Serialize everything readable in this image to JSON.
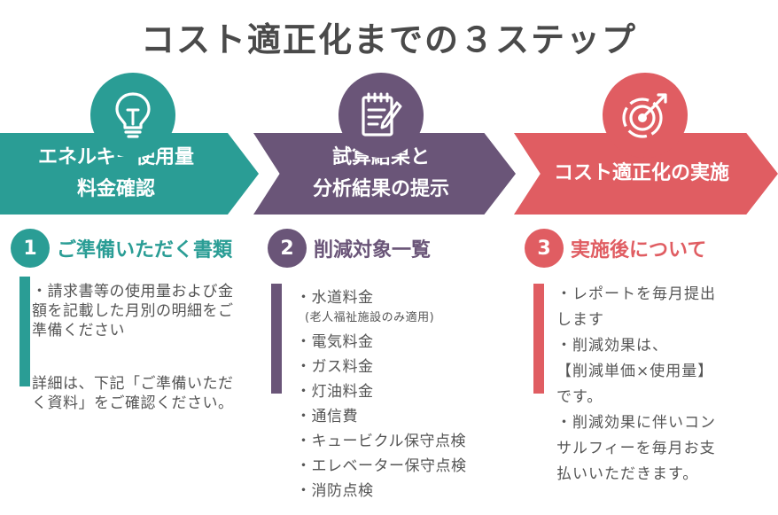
{
  "title": "コスト適正化までの３ステップ",
  "colors": {
    "step1": "#2a9d95",
    "step2": "#6a5578",
    "step3": "#e05d62",
    "title": "#4a4a4a"
  },
  "steps": [
    {
      "icon": "lightbulb-icon",
      "banner_lines": [
        "エネルギー使用量",
        "料金確認"
      ],
      "number": "1",
      "heading": "ご準備いただく書類",
      "paragraphs": [
        "・請求書等の使用量および金額を記載した月別の明細をご準備ください",
        "詳細は、下記「ご準備いただく資料」をご確認ください。"
      ]
    },
    {
      "icon": "clipboard-pen-icon",
      "banner_lines": [
        "試算結果と",
        "分析結果の提示"
      ],
      "number": "2",
      "heading": "削減対象一覧",
      "items": [
        "・水道料金",
        "(老人福祉施設のみ適用)",
        "・電気料金",
        "・ガス料金",
        "・灯油料金",
        "・通信費",
        "・キュービクル保守点検",
        "・エレベーター保守点検",
        "・消防点検"
      ]
    },
    {
      "icon": "target-icon",
      "banner_lines": [
        "コスト適正化の実施"
      ],
      "number": "3",
      "heading": "実施後について",
      "lines": [
        "・レポートを毎月提出",
        "します",
        "・削減効果は、",
        "【削減単価×使用量】",
        "です。",
        "・削減効果に伴いコン",
        "サルフィーを毎月お支",
        "払いいただきます。"
      ]
    }
  ]
}
